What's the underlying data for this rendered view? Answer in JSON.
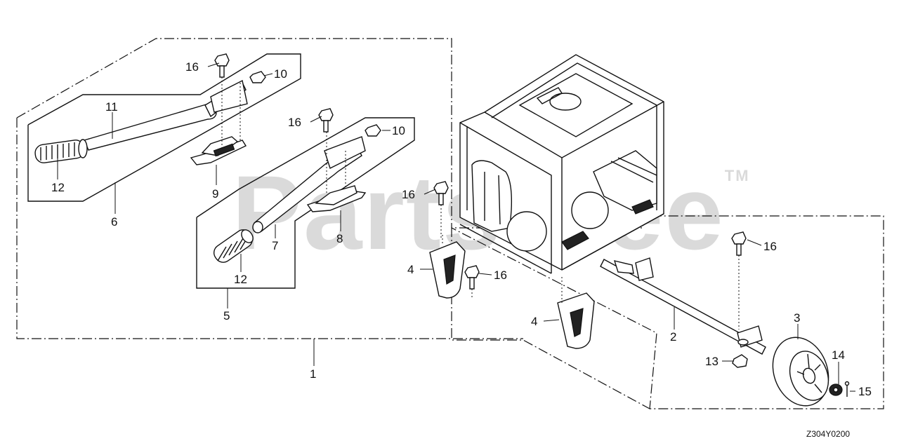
{
  "watermark": {
    "text": "PartsTree",
    "tm": "TM"
  },
  "drawing_code": "Z304Y0200",
  "callouts": {
    "c1": "1",
    "c2": "2",
    "c3": "3",
    "c4a": "4",
    "c4b": "4",
    "c5": "5",
    "c6": "6",
    "c7": "7",
    "c8": "8",
    "c9": "9",
    "c10a": "10",
    "c10b": "10",
    "c11": "11",
    "c12a": "12",
    "c12b": "12",
    "c13": "13",
    "c14": "14",
    "c15": "15",
    "c16a": "16",
    "c16b": "16",
    "c16c": "16",
    "c16d": "16",
    "c16e": "16"
  },
  "colors": {
    "line": "#111111",
    "watermark": "#969696",
    "background": "#ffffff"
  }
}
